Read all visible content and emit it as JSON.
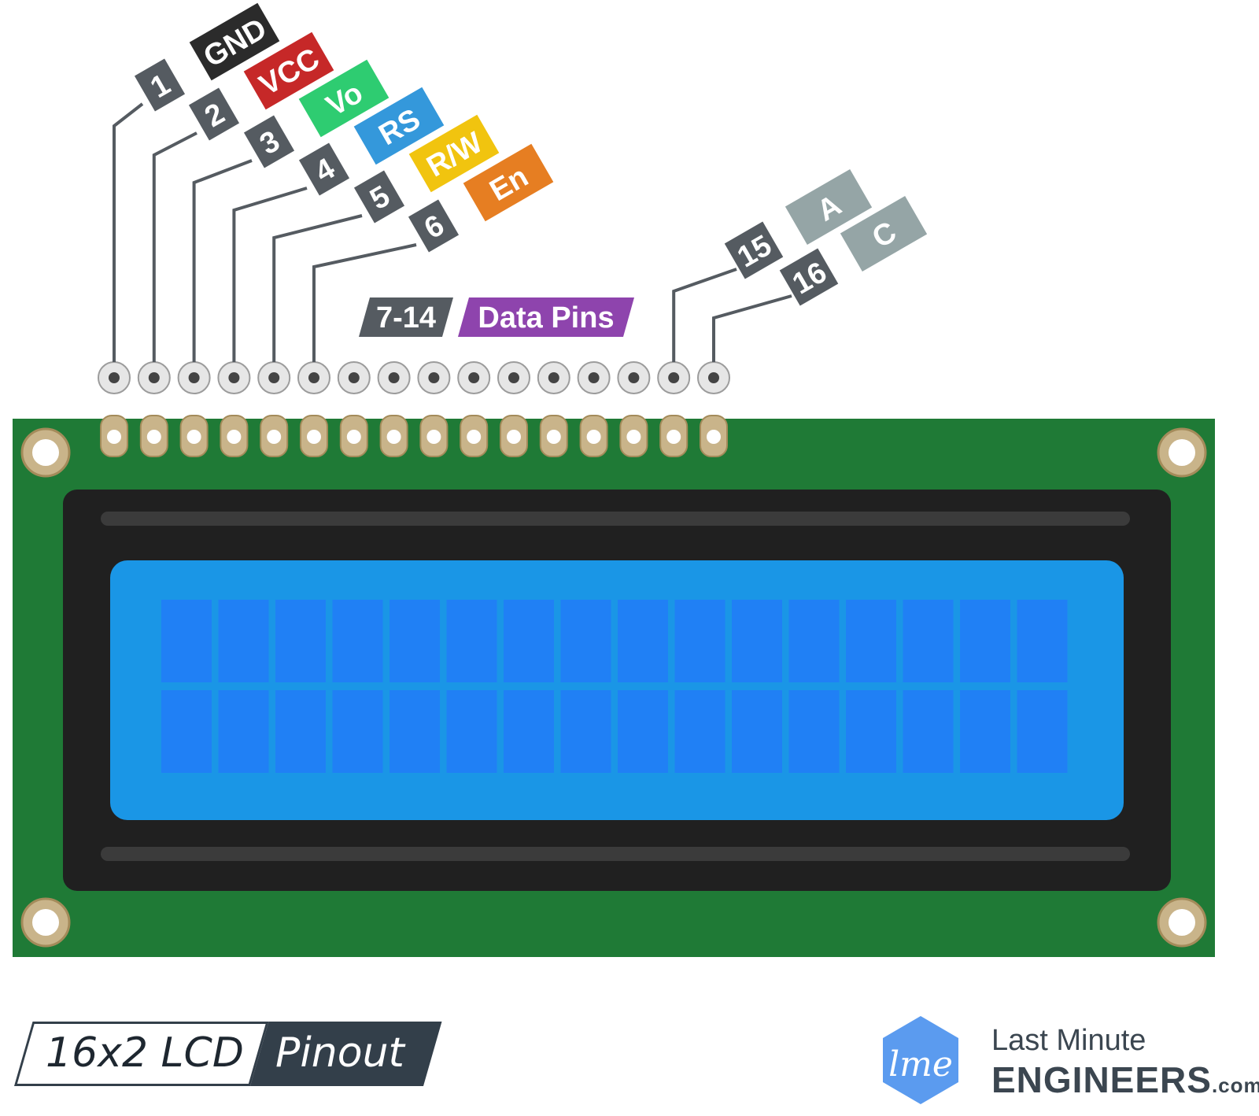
{
  "pin_labels": [
    {
      "number": "1",
      "signal": "GND",
      "color": "#2b2b2b"
    },
    {
      "number": "2",
      "signal": "VCC",
      "color": "#c62828"
    },
    {
      "number": "3",
      "signal": "Vo",
      "color": "#2ecc71"
    },
    {
      "number": "4",
      "signal": "RS",
      "color": "#3498db"
    },
    {
      "number": "5",
      "signal": "R/W",
      "color": "#f1c40f"
    },
    {
      "number": "6",
      "signal": "En",
      "color": "#e67e22"
    },
    {
      "number": "15",
      "signal": "A",
      "color": "#95a5a6"
    },
    {
      "number": "16",
      "signal": "C",
      "color": "#95a5a6"
    }
  ],
  "data_pins": {
    "number": "7-14",
    "signal": "Data Pins",
    "color": "#8e44ad"
  },
  "number_tag_color": "#555b61",
  "board": {
    "pcb_color": "#1f7a36",
    "bezel_color": "#202020",
    "screen_color": "#1a96e6",
    "cell_color": "#2080f5",
    "columns": 16,
    "rows": 2,
    "pin_count": 16
  },
  "title": {
    "left": "16x2 LCD",
    "right": "Pinout"
  },
  "brand": {
    "line1": "Last Minute",
    "line2": "ENGINEERS",
    "line2_suffix": ".com",
    "logo_text": "lme",
    "logo_color": "#5b9bef"
  }
}
